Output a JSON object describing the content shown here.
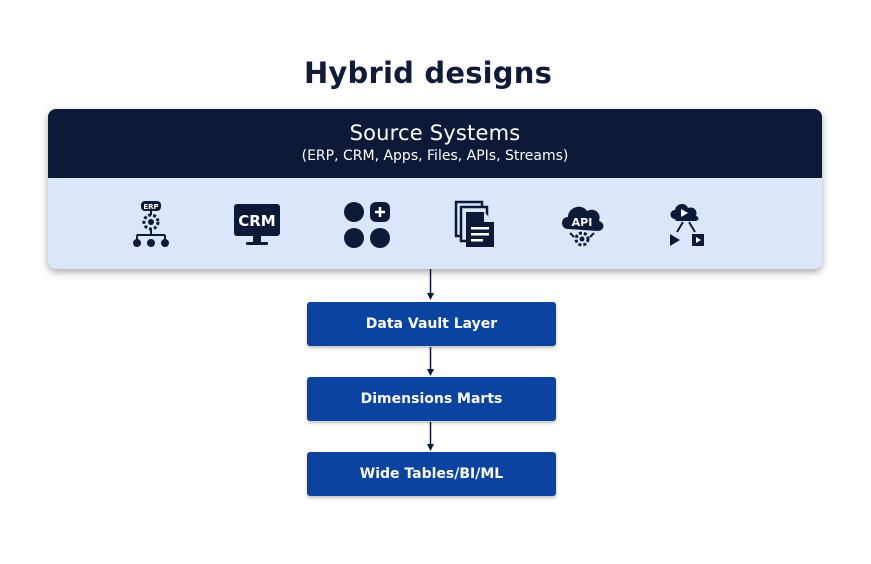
{
  "title": "Hybrid designs",
  "source": {
    "title": "Source Systems",
    "subtitle": "(ERP, CRM, Apps, Files, APIs, Streams)",
    "icons": [
      {
        "name": "erp-icon",
        "text": "ERP"
      },
      {
        "name": "crm-icon",
        "text": "CRM"
      },
      {
        "name": "apps-icon"
      },
      {
        "name": "files-icon"
      },
      {
        "name": "api-icon",
        "text": "API"
      },
      {
        "name": "streams-icon"
      }
    ]
  },
  "layers": [
    {
      "label": "Data Vault Layer"
    },
    {
      "label": "Dimensions Marts"
    },
    {
      "label": "Wide Tables/BI/ML"
    }
  ],
  "colors": {
    "header": "#0d1a37",
    "panel": "#dce6fb",
    "layer_box": "#0b44a0",
    "text_dark": "#0f1b38"
  }
}
